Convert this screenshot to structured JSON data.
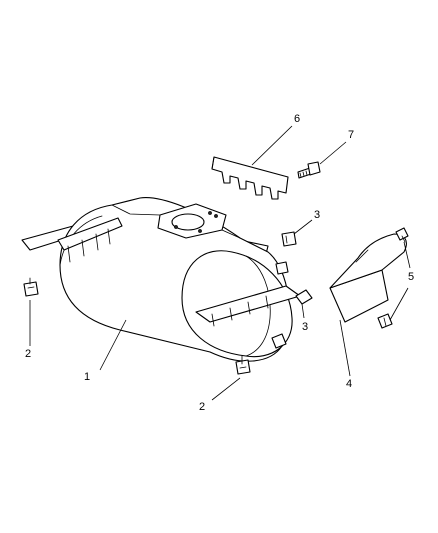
{
  "callouts": [
    {
      "id": "c1",
      "label": "1"
    },
    {
      "id": "c2a",
      "label": "2"
    },
    {
      "id": "c2b",
      "label": "2"
    },
    {
      "id": "c3a",
      "label": "3"
    },
    {
      "id": "c3b",
      "label": "3"
    },
    {
      "id": "c4",
      "label": "4"
    },
    {
      "id": "c5",
      "label": "5"
    },
    {
      "id": "c6",
      "label": "6"
    },
    {
      "id": "c7",
      "label": "7"
    }
  ]
}
